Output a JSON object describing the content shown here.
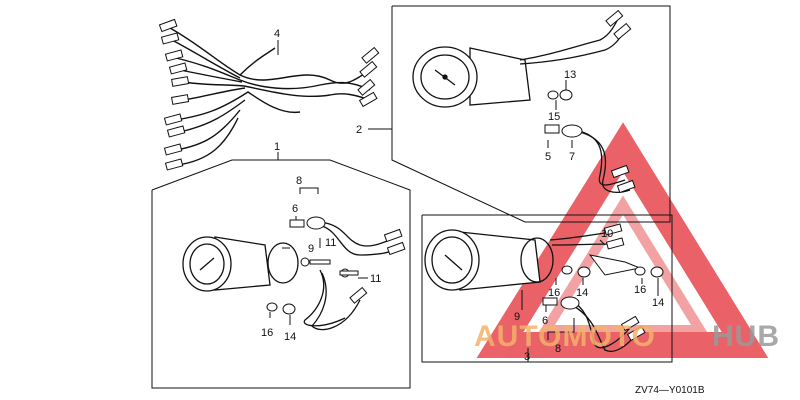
{
  "diagram": {
    "figure_code": "ZV74—Y0101B",
    "watermark": {
      "part1": "AUTOMOTO",
      "part2": "HUB"
    },
    "callouts": {
      "c1": "1",
      "c2": "2",
      "c3": "3",
      "c4": "4",
      "c5": "5",
      "c6a": "6",
      "c6b": "6",
      "c7": "7",
      "c8a": "8",
      "c8b": "8",
      "c9a": "9",
      "c9b": "9",
      "c10": "10",
      "c11a": "11",
      "c11b": "11",
      "c13": "13",
      "c14a": "14",
      "c14b": "14",
      "c14c": "14",
      "c15": "15",
      "c16a": "16",
      "c16b": "16",
      "c16c": "16"
    }
  }
}
